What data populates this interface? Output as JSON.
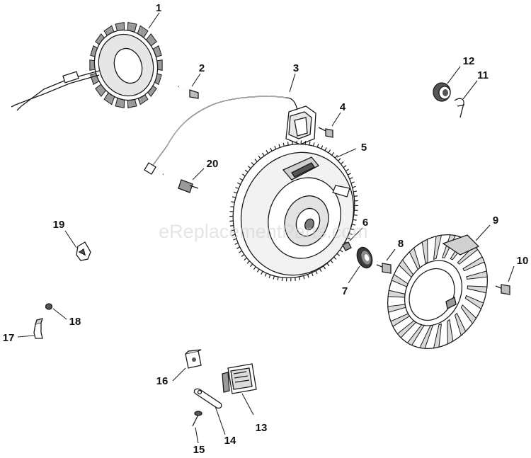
{
  "watermark": "eReplacementParts.com",
  "callouts": {
    "c1": "1",
    "c2": "2",
    "c3": "3",
    "c4": "4",
    "c5": "5",
    "c6": "6",
    "c7": "7",
    "c8": "8",
    "c9": "9",
    "c10": "10",
    "c11": "11",
    "c12": "12",
    "c13": "13",
    "c14": "14",
    "c15": "15",
    "c16": "16",
    "c17": "17",
    "c18": "18",
    "c19": "19",
    "c20": "20"
  },
  "colors": {
    "line": "#1a1a1a",
    "fill_light": "#ffffff",
    "fill_shade": "#d9d9d9",
    "fill_dark": "#555555",
    "watermark": "#cfcfcf"
  }
}
